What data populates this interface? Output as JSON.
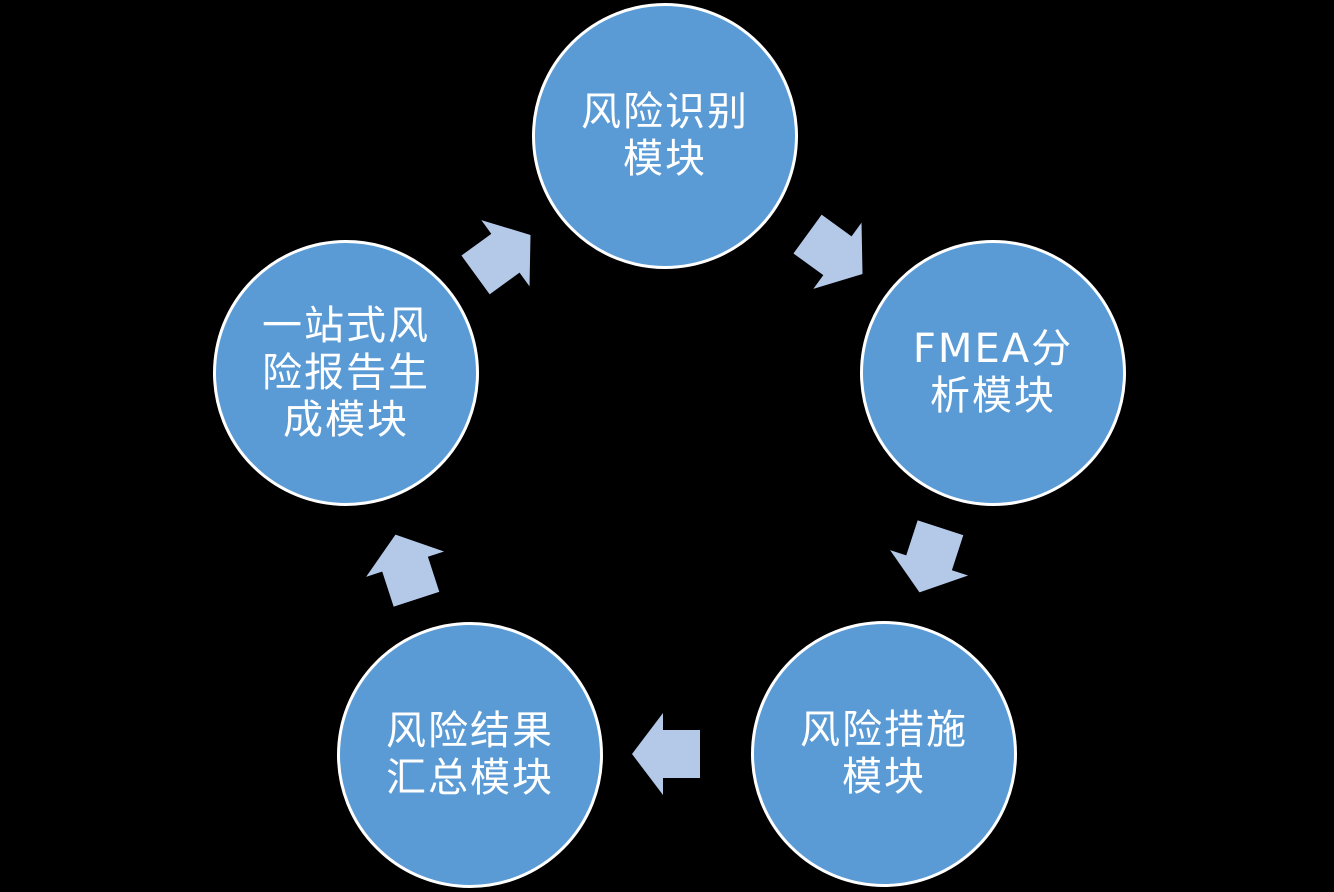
{
  "diagram": {
    "type": "cycle",
    "direction": "clockwise",
    "colors": {
      "background": "#000000",
      "node_fill": "#5B9BD5",
      "node_border": "#FFFFFF",
      "arrow_fill": "#B4C8E8",
      "text": "#FFFFFF"
    },
    "nodes": [
      {
        "id": "risk-identification",
        "label": "风险识别模块",
        "lines": [
          "风险识别",
          "模块"
        ]
      },
      {
        "id": "fmea-analysis",
        "label": "FMEA分析模块",
        "lines": [
          "FMEA分",
          "析模块"
        ]
      },
      {
        "id": "risk-measures",
        "label": "风险措施模块",
        "lines": [
          "风险措施",
          "模块"
        ]
      },
      {
        "id": "risk-results-summary",
        "label": "风险结果汇总模块",
        "lines": [
          "风险结果",
          "汇总模块"
        ]
      },
      {
        "id": "one-stop-report-generation",
        "label": "一站式风险报告生成模块",
        "lines": [
          "一站式风",
          "险报告生",
          "成模块"
        ]
      }
    ],
    "arrows": [
      {
        "from": "风险识别模块",
        "to": "FMEA分析模块"
      },
      {
        "from": "FMEA分析模块",
        "to": "风险措施模块"
      },
      {
        "from": "风险措施模块",
        "to": "风险结果汇总模块"
      },
      {
        "from": "风险结果汇总模块",
        "to": "一站式风险报告生成模块"
      },
      {
        "from": "一站式风险报告生成模块",
        "to": "风险识别模块"
      }
    ]
  }
}
